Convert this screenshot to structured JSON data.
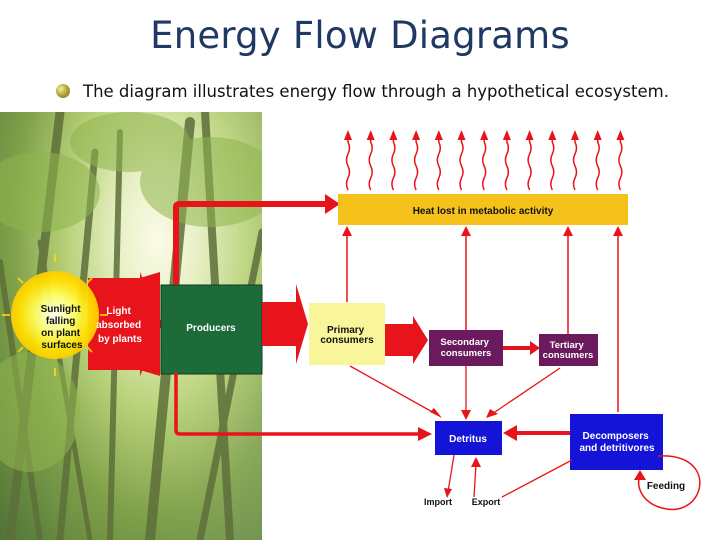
{
  "slide": {
    "title": "Energy Flow Diagrams",
    "bullet": "The diagram illustrates energy flow through a hypothetical ecosystem."
  },
  "diagram": {
    "sunlight_lines": [
      "Sunlight",
      "falling",
      "on plant",
      "surfaces"
    ],
    "absorbed_lines": [
      "Light",
      "absorbed",
      "by plants"
    ],
    "producers": "Producers",
    "primary_lines": [
      "Primary",
      "consumers"
    ],
    "secondary_lines": [
      "Secondary",
      "consumers"
    ],
    "tertiary_lines": [
      "Tertiary",
      "consumers"
    ],
    "heat": "Heat lost in metabolic activity",
    "detritus": "Detritus",
    "decomposers_lines": [
      "Decomposers",
      "and detritivores"
    ],
    "feeding": "Feeding",
    "import": "Import",
    "export": "Export"
  },
  "colors": {
    "title": "#1F3864",
    "arrow_red": "#E8141B",
    "heat_box": "#F5C21B",
    "producers_box": "#1E6B3A",
    "primary_box": "#F9F59B",
    "consumer_box": "#6B1A5E",
    "detritus_box": "#1414D9",
    "decomposers_box": "#1414D9"
  }
}
